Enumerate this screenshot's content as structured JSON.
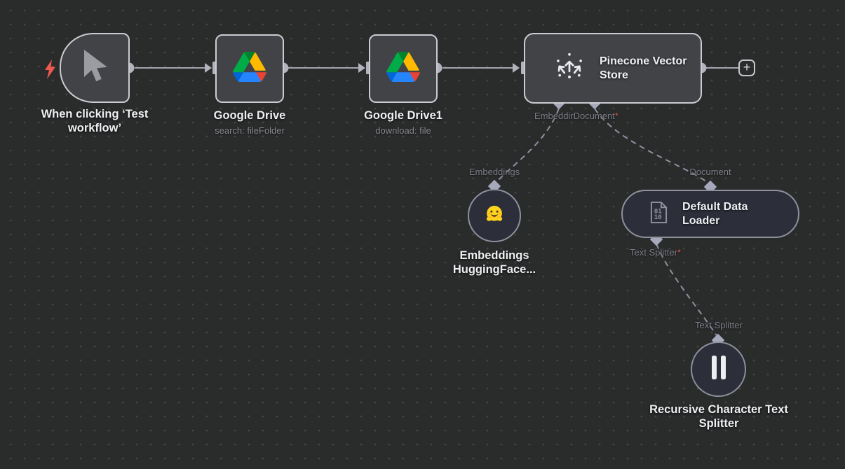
{
  "canvas": {
    "bg_color": "#2a2b2b",
    "grid_dot_color": "#434444",
    "wire_color": "#a4a5ae",
    "dashed_wire_color": "#8e909e",
    "port_color": "#b2b3bc",
    "diamond_color": "#a6a8bc",
    "required_marker": "*",
    "required_color": "#e4524d"
  },
  "plus_button": {
    "label": "+"
  },
  "nodes": {
    "trigger": {
      "title": "When clicking ‘Test workflow’"
    },
    "google_drive": {
      "title": "Google Drive",
      "subtitle": "search: fileFolder"
    },
    "google_drive1": {
      "title": "Google Drive1",
      "subtitle": "download: file"
    },
    "pinecone": {
      "title": "Pinecone Vector Store",
      "bottom_port_label": "EmbeddirDocument"
    },
    "embeddings": {
      "title": "Embeddings HuggingFace...",
      "input_label": "Embeddings",
      "icon": "hugging-face-emoji"
    },
    "data_loader": {
      "title": "Default Data Loader",
      "input_label": "Document",
      "output_label": "Text Splitter",
      "icon": "binary-document-icon"
    },
    "text_splitter": {
      "title": "Recursive Character Text Splitter",
      "input_label": "Text Splitter",
      "icon": "pause-bars-icon"
    }
  }
}
